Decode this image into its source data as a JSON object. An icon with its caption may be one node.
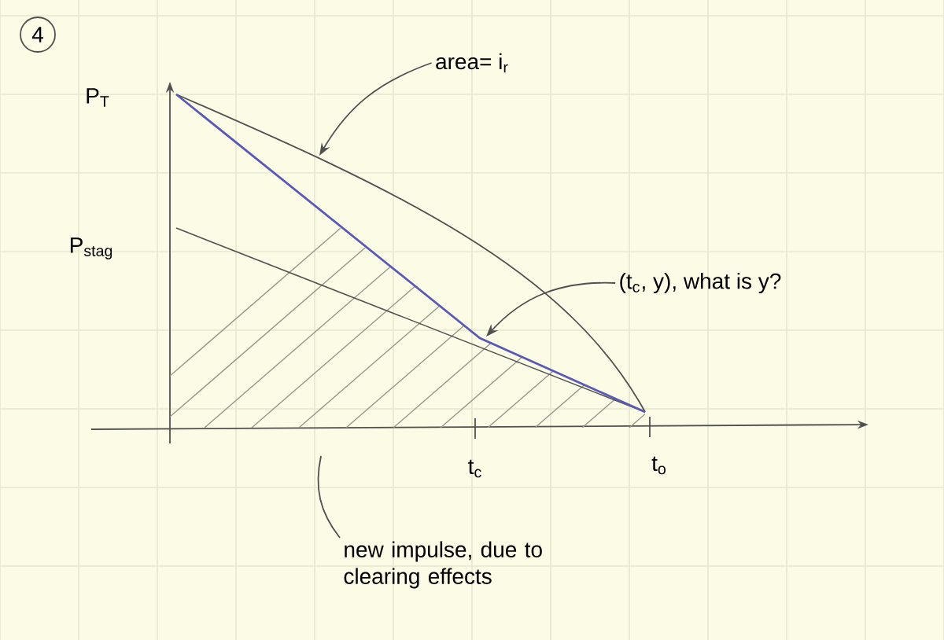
{
  "diagram": {
    "nodes": [
      {
        "text": [
          "area= i$_{r}$"
        ]
      },
      {
        "text": [
          "(t$_{c}$, y), what is y?"
        ]
      },
      {
        "text": [
          "new impulse, due to clearing effects"
        ]
      }
    ],
    "edges": [
      {
        "from": 0,
        "to": null,
        "arrow": "to"
      },
      {
        "from": 1,
        "to": null,
        "arrow": "to"
      },
      {
        "from": 2,
        "to": null,
        "arrow": "none"
      }
    ],
    "labels": [
      "4",
      "P$_{T}$",
      "P$_{stag}$",
      "t$_{c}$",
      "t$_{o}$"
    ]
  }
}
